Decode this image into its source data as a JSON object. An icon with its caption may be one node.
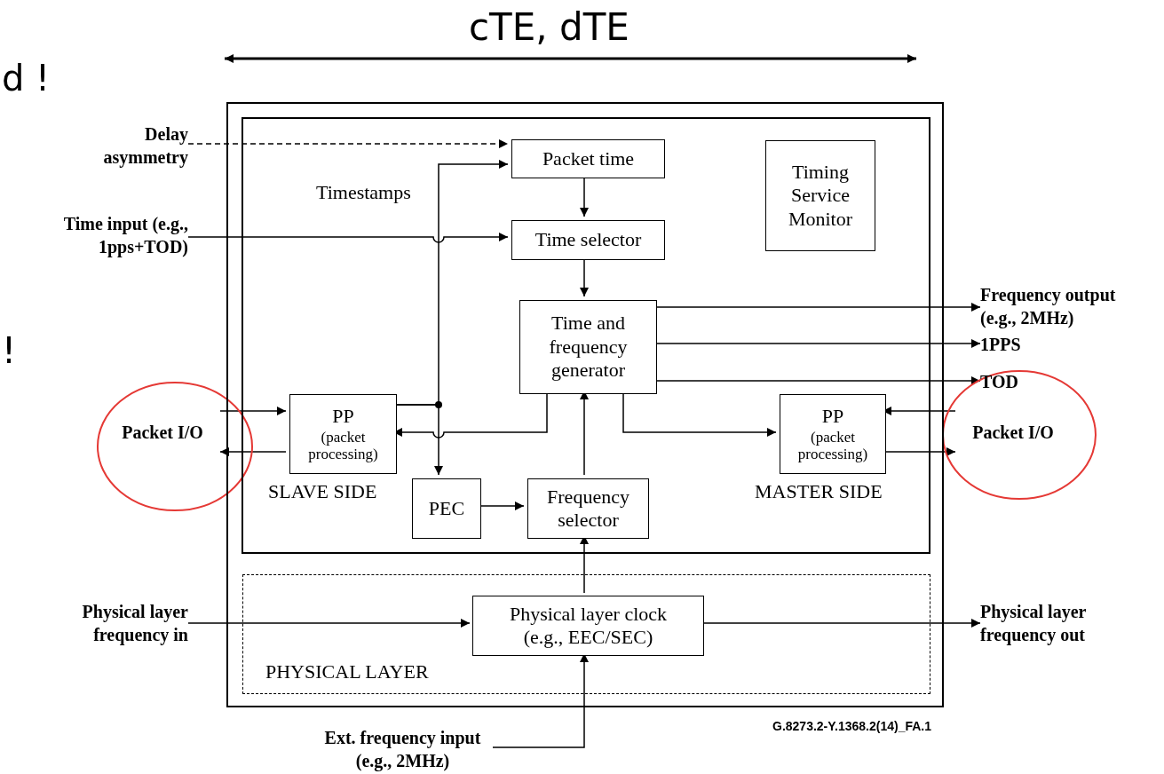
{
  "diagram": {
    "nodes": [
      {
        "text": [],
        "shape": "box"
      },
      {
        "text": [],
        "shape": "box",
        "in": 0
      },
      {
        "text": [
          "PHYSICAL LAYER"
        ],
        "in": 0
      },
      {
        "text": [
          "Packet time"
        ],
        "in": 1
      },
      {
        "text": [
          "Time selector"
        ],
        "in": 1
      },
      {
        "text": [
          "Time and frequency generator"
        ],
        "in": 1
      },
      {
        "text": [
          "Timing Service Monitor"
        ],
        "in": 1
      },
      {
        "text": [
          "PP",
          "(packet processing)"
        ],
        "in": 1,
        "beside": [
          "SLAVE SIDE"
        ]
      },
      {
        "text": [
          "PEC"
        ],
        "in": 1
      },
      {
        "text": [
          "Frequency selector"
        ],
        "in": 1
      },
      {
        "text": [
          "PP",
          "(packet processing)"
        ],
        "in": 1,
        "beside": [
          "MASTER SIDE"
        ]
      },
      {
        "text": [
          "Physical layer clock (e.g., EEC/SEC)"
        ],
        "in": 2
      },
      {
        "text": [
          "Delay asymmetry"
        ]
      },
      {
        "text": [
          "Time input (e.g., 1pps+TOD)"
        ]
      },
      {
        "text": [
          "Frequency output (e.g., 2MHz)"
        ]
      },
      {
        "text": [
          "1PPS"
        ]
      },
      {
        "text": [
          "TOD"
        ]
      },
      {
        "text": [
          "Packet I/O"
        ]
      },
      {
        "text": [
          "Packet I/O"
        ]
      },
      {
        "text": [
          "Physical layer frequency in"
        ]
      },
      {
        "text": [
          "Physical layer frequency out"
        ]
      },
      {
        "text": [
          "Ext. frequency input (e.g., 2MHz)"
        ]
      }
    ],
    "edges": [
      {
        "from": 12,
        "to": 3,
        "arrow": "to",
        "style": "dashed"
      },
      {
        "from": 7,
        "to": 3,
        "arrow": "to",
        "label": "Timestamps"
      },
      {
        "from": 7,
        "to": 8,
        "arrow": "to"
      },
      {
        "from": 13,
        "to": 4,
        "arrow": "to"
      },
      {
        "from": 3,
        "to": 4,
        "arrow": "to"
      },
      {
        "from": 4,
        "to": 5,
        "arrow": "to"
      },
      {
        "from": 5,
        "to": 14,
        "arrow": "to"
      },
      {
        "from": 5,
        "to": 15,
        "arrow": "to"
      },
      {
        "from": 5,
        "to": 16,
        "arrow": "to"
      },
      {
        "from": 5,
        "to": 7,
        "arrow": "to"
      },
      {
        "from": 5,
        "to": 10,
        "arrow": "to"
      },
      {
        "from": 9,
        "to": 5,
        "arrow": "to"
      },
      {
        "from": 8,
        "to": 9,
        "arrow": "to"
      },
      {
        "from": 11,
        "to": 9,
        "arrow": "to"
      },
      {
        "from": 19,
        "to": 11,
        "arrow": "to"
      },
      {
        "from": 11,
        "to": 20,
        "arrow": "to"
      },
      {
        "from": 21,
        "to": 11,
        "arrow": "to"
      },
      {
        "from": 17,
        "to": 7,
        "arrow": "to"
      },
      {
        "from": 7,
        "to": 17,
        "arrow": "to"
      },
      {
        "from": 18,
        "to": 10,
        "arrow": "to"
      },
      {
        "from": 10,
        "to": 18,
        "arrow": "to"
      }
    ],
    "labels": [
      "cTE, dTE",
      "d !",
      "!",
      "G.8273.2-Y.1368.2(14)_FA.1"
    ]
  }
}
